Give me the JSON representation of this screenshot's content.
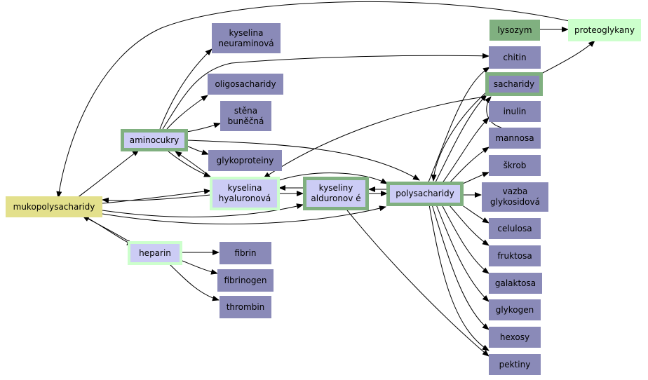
{
  "nodes": {
    "mukopolysacharidy": "mukopolysacharidy",
    "aminocukry": "aminocukry",
    "heparin": "heparin",
    "kyselina_neuraminova": "kyselina\nneuraminová",
    "oligosacharidy": "oligosacharidy",
    "stena_bunecna": "stěna\nbuněčná",
    "glykoproteiny": "glykoproteiny",
    "kyselina_hyaluronova": "kyselina\nhyaluronová",
    "kyseliny_alduronove": "kyseliny\nalduronov é",
    "polysacharidy": "polysacharidy",
    "fibrin": "fibrin",
    "fibrinogen": "fibrinogen",
    "thrombin": "thrombin",
    "lysozym": "lysozym",
    "proteoglykany": "proteoglykany",
    "chitin": "chitin",
    "sacharidy": "sacharidy",
    "inulin": "inulin",
    "mannosa": "mannosa",
    "skrob": "škrob",
    "vazba_glykosidova": "vazba\nglykosidová",
    "celulosa": "celulosa",
    "fruktosa": "fruktosa",
    "galaktosa": "galaktosa",
    "glykogen": "glykogen",
    "hexosy": "hexosy",
    "pektiny": "pektiny"
  },
  "colors": {
    "edge": "#000000",
    "leaf": "#8a8ab8",
    "hub": "#ccccf5",
    "root": "#e3e08c",
    "highlight_frame": "#80b080",
    "light_frame": "#ccffcc"
  }
}
